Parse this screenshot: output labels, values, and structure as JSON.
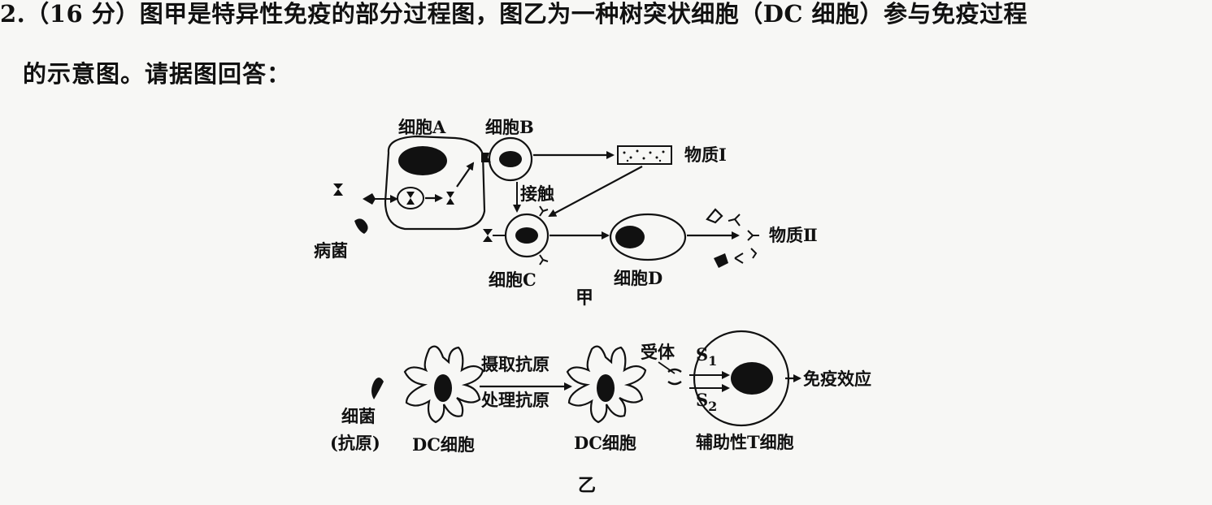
{
  "question": {
    "line1": "2.（16 分）图甲是特异性免疫的部分过程图，图乙为一种树突状细胞（DC 细胞）参与免疫过程",
    "line2": "的示意图。请据图回答："
  },
  "figure_jia": {
    "cell_a": "细胞A",
    "cell_b": "细胞B",
    "cell_c": "细胞C",
    "cell_d": "细胞D",
    "pathogen": "病菌",
    "contact": "接触",
    "substance_1": "物质Ⅰ",
    "substance_2": "物质Ⅱ",
    "caption": "甲"
  },
  "figure_yi": {
    "bacteria_line1": "细菌",
    "bacteria_line2": "(抗原)",
    "dc_cell_1": "DC细胞",
    "dc_cell_2": "DC细胞",
    "uptake": "摄取抗原",
    "process": "处理抗原",
    "receptor": "受体",
    "s1": "S",
    "s1_sub": "1",
    "s2": "S",
    "s2_sub": "2",
    "helper_t": "辅助性T细胞",
    "effect": "免疫效应",
    "caption": "乙"
  }
}
